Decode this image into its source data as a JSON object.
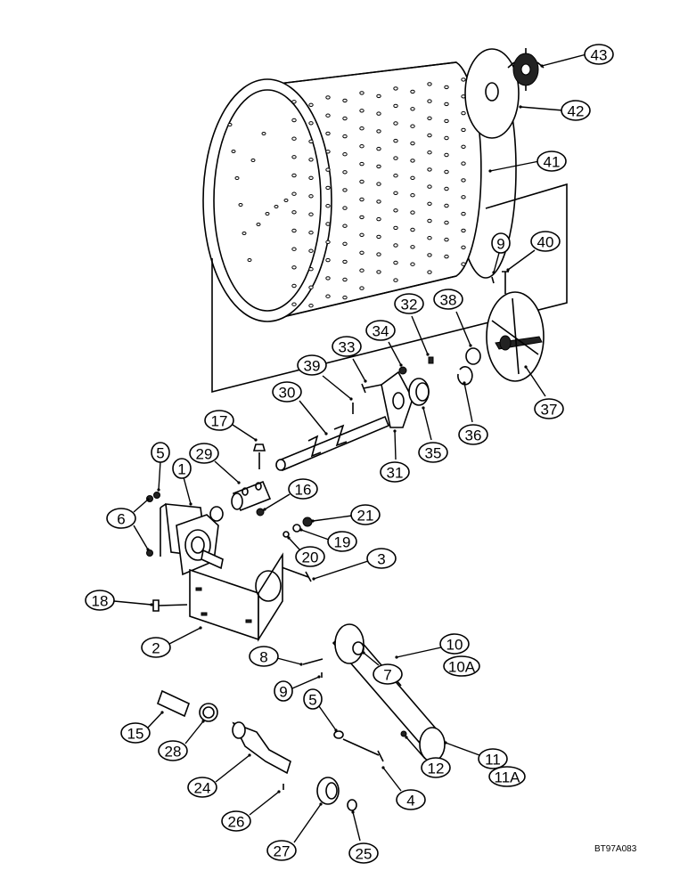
{
  "diagram": {
    "drawing_code": "BT97A083",
    "callouts": [
      {
        "id": "c43",
        "label": "43"
      },
      {
        "id": "c42",
        "label": "42"
      },
      {
        "id": "c41",
        "label": "41"
      },
      {
        "id": "c9a",
        "label": "9"
      },
      {
        "id": "c40",
        "label": "40"
      },
      {
        "id": "c32",
        "label": "32"
      },
      {
        "id": "c38",
        "label": "38"
      },
      {
        "id": "c34",
        "label": "34"
      },
      {
        "id": "c33",
        "label": "33"
      },
      {
        "id": "c39",
        "label": "39"
      },
      {
        "id": "c30",
        "label": "30"
      },
      {
        "id": "c31",
        "label": "31"
      },
      {
        "id": "c35",
        "label": "35"
      },
      {
        "id": "c36",
        "label": "36"
      },
      {
        "id": "c37",
        "label": "37"
      },
      {
        "id": "c17",
        "label": "17"
      },
      {
        "id": "c29",
        "label": "29"
      },
      {
        "id": "c5a",
        "label": "5"
      },
      {
        "id": "c1",
        "label": "1"
      },
      {
        "id": "c16",
        "label": "16"
      },
      {
        "id": "c21",
        "label": "21"
      },
      {
        "id": "c6",
        "label": "6"
      },
      {
        "id": "c19",
        "label": "19"
      },
      {
        "id": "c20",
        "label": "20"
      },
      {
        "id": "c3",
        "label": "3"
      },
      {
        "id": "c18",
        "label": "18"
      },
      {
        "id": "c2",
        "label": "2"
      },
      {
        "id": "c10",
        "label": "10"
      },
      {
        "id": "c10a",
        "label": "10A"
      },
      {
        "id": "c8",
        "label": "8"
      },
      {
        "id": "c7",
        "label": "7"
      },
      {
        "id": "c9b",
        "label": "9"
      },
      {
        "id": "c5b",
        "label": "5"
      },
      {
        "id": "c15",
        "label": "15"
      },
      {
        "id": "c28",
        "label": "28"
      },
      {
        "id": "c12",
        "label": "12"
      },
      {
        "id": "c11",
        "label": "11"
      },
      {
        "id": "c11a",
        "label": "11A"
      },
      {
        "id": "c24",
        "label": "24"
      },
      {
        "id": "c4",
        "label": "4"
      },
      {
        "id": "c26",
        "label": "26"
      },
      {
        "id": "c27",
        "label": "27"
      },
      {
        "id": "c25",
        "label": "25"
      }
    ]
  }
}
